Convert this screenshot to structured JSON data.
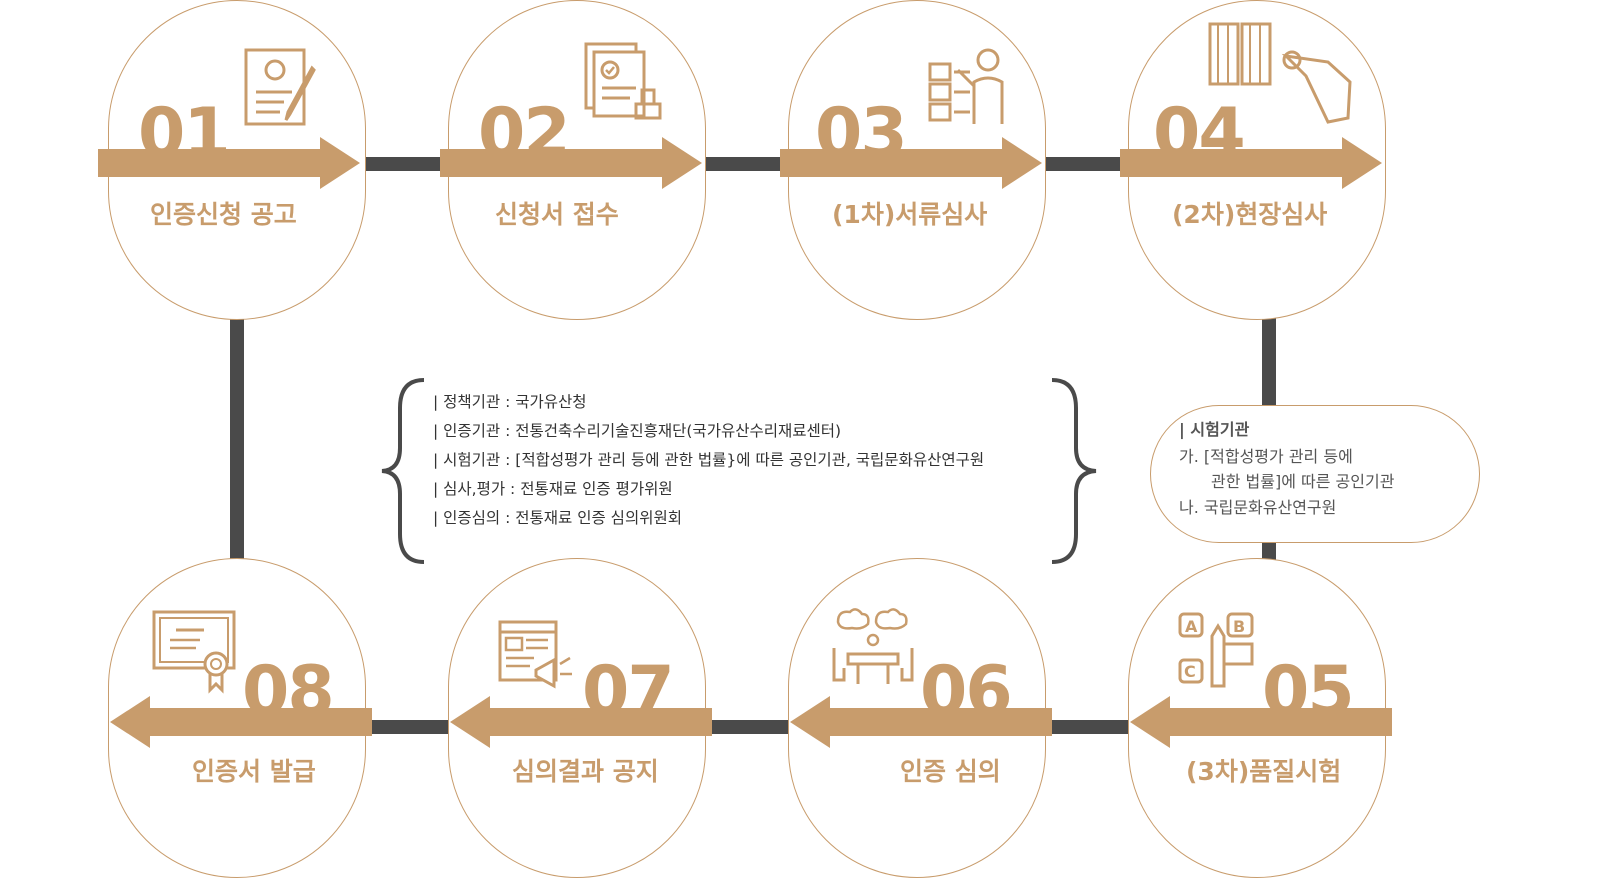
{
  "colors": {
    "accent": "#c89c6c",
    "connector": "#4a4a4a",
    "text": "#333333"
  },
  "steps": [
    {
      "number": "01",
      "label": "인증신청 공고",
      "icon": "document-pen-icon"
    },
    {
      "number": "02",
      "label": "신청서 접수",
      "icon": "documents-stamp-icon"
    },
    {
      "number": "03",
      "label": "(1차)서류심사",
      "icon": "presenter-board-icon"
    },
    {
      "number": "04",
      "label": "(2차)현장심사",
      "icon": "materials-brush-icon"
    },
    {
      "number": "05",
      "label": "(3차)품질시험",
      "icon": "abc-test-icon"
    },
    {
      "number": "06",
      "label": "인증 심의",
      "icon": "meeting-table-icon"
    },
    {
      "number": "07",
      "label": "심의결과 공지",
      "icon": "announcement-icon"
    },
    {
      "number": "08",
      "label": "인증서 발급",
      "icon": "certificate-icon"
    }
  ],
  "info": [
    "| 정책기관 : 국가유산청",
    "| 인증기관 : 전통건축수리기술진흥재단(국가유산수리재료센터)",
    "| 시험기관 : [적합성평가 관리 등에 관한 법률}에 따른 공인기관, 국립문화유산연구원",
    "| 심사,평가 : 전통재료 인증 평가위원",
    "| 인증심의 : 전통재료 인증 심의위원회"
  ],
  "test_agency": {
    "title": "| 시험기관",
    "line1": "가. [적합성평가 관리 등에",
    "line2": "관한 법률]에 따른 공인기관",
    "line3": "나. 국립문화유산연구원"
  }
}
